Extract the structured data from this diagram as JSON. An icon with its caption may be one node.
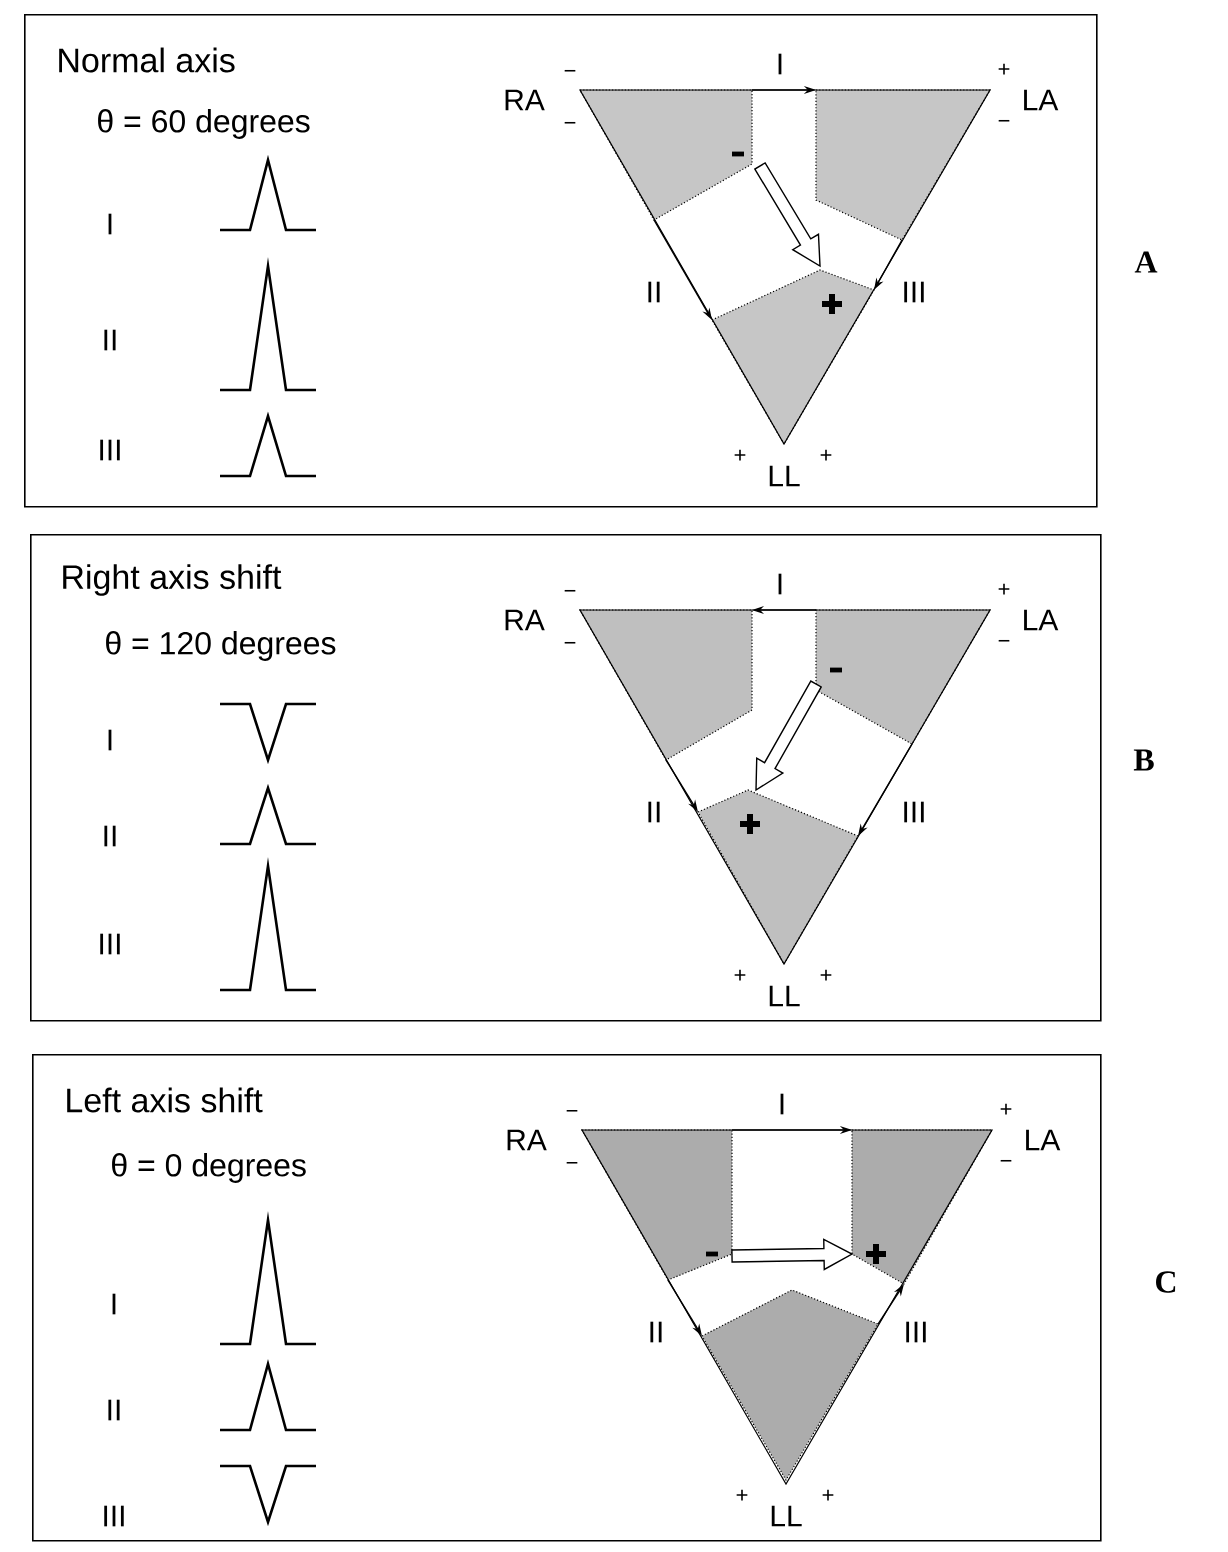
{
  "diagram": {
    "nodes": [
      {
        "text": [
          "Normal axis",
          "θ = 60 degrees"
        ]
      },
      {
        "text": [
          "Right axis shift",
          "θ = 120 degrees"
        ]
      },
      {
        "text": [
          "Left axis shift",
          "θ = 0 degrees"
        ]
      }
    ],
    "labels": [
      "−",
      "I",
      "+",
      "RA",
      "LA",
      "−",
      "−",
      "I",
      "II",
      "III",
      "A",
      "II",
      "III",
      "+",
      "+",
      "LL",
      "−",
      "I",
      "+",
      "RA",
      "LA",
      "−",
      "−",
      "I",
      "II",
      "III",
      "B",
      "II",
      "III",
      "+",
      "+",
      "LL",
      "−",
      "I",
      "+",
      "RA",
      "LA",
      "−",
      "−",
      "I",
      "II",
      "III",
      "C",
      "II",
      "III",
      "+",
      "+",
      "LL"
    ]
  }
}
